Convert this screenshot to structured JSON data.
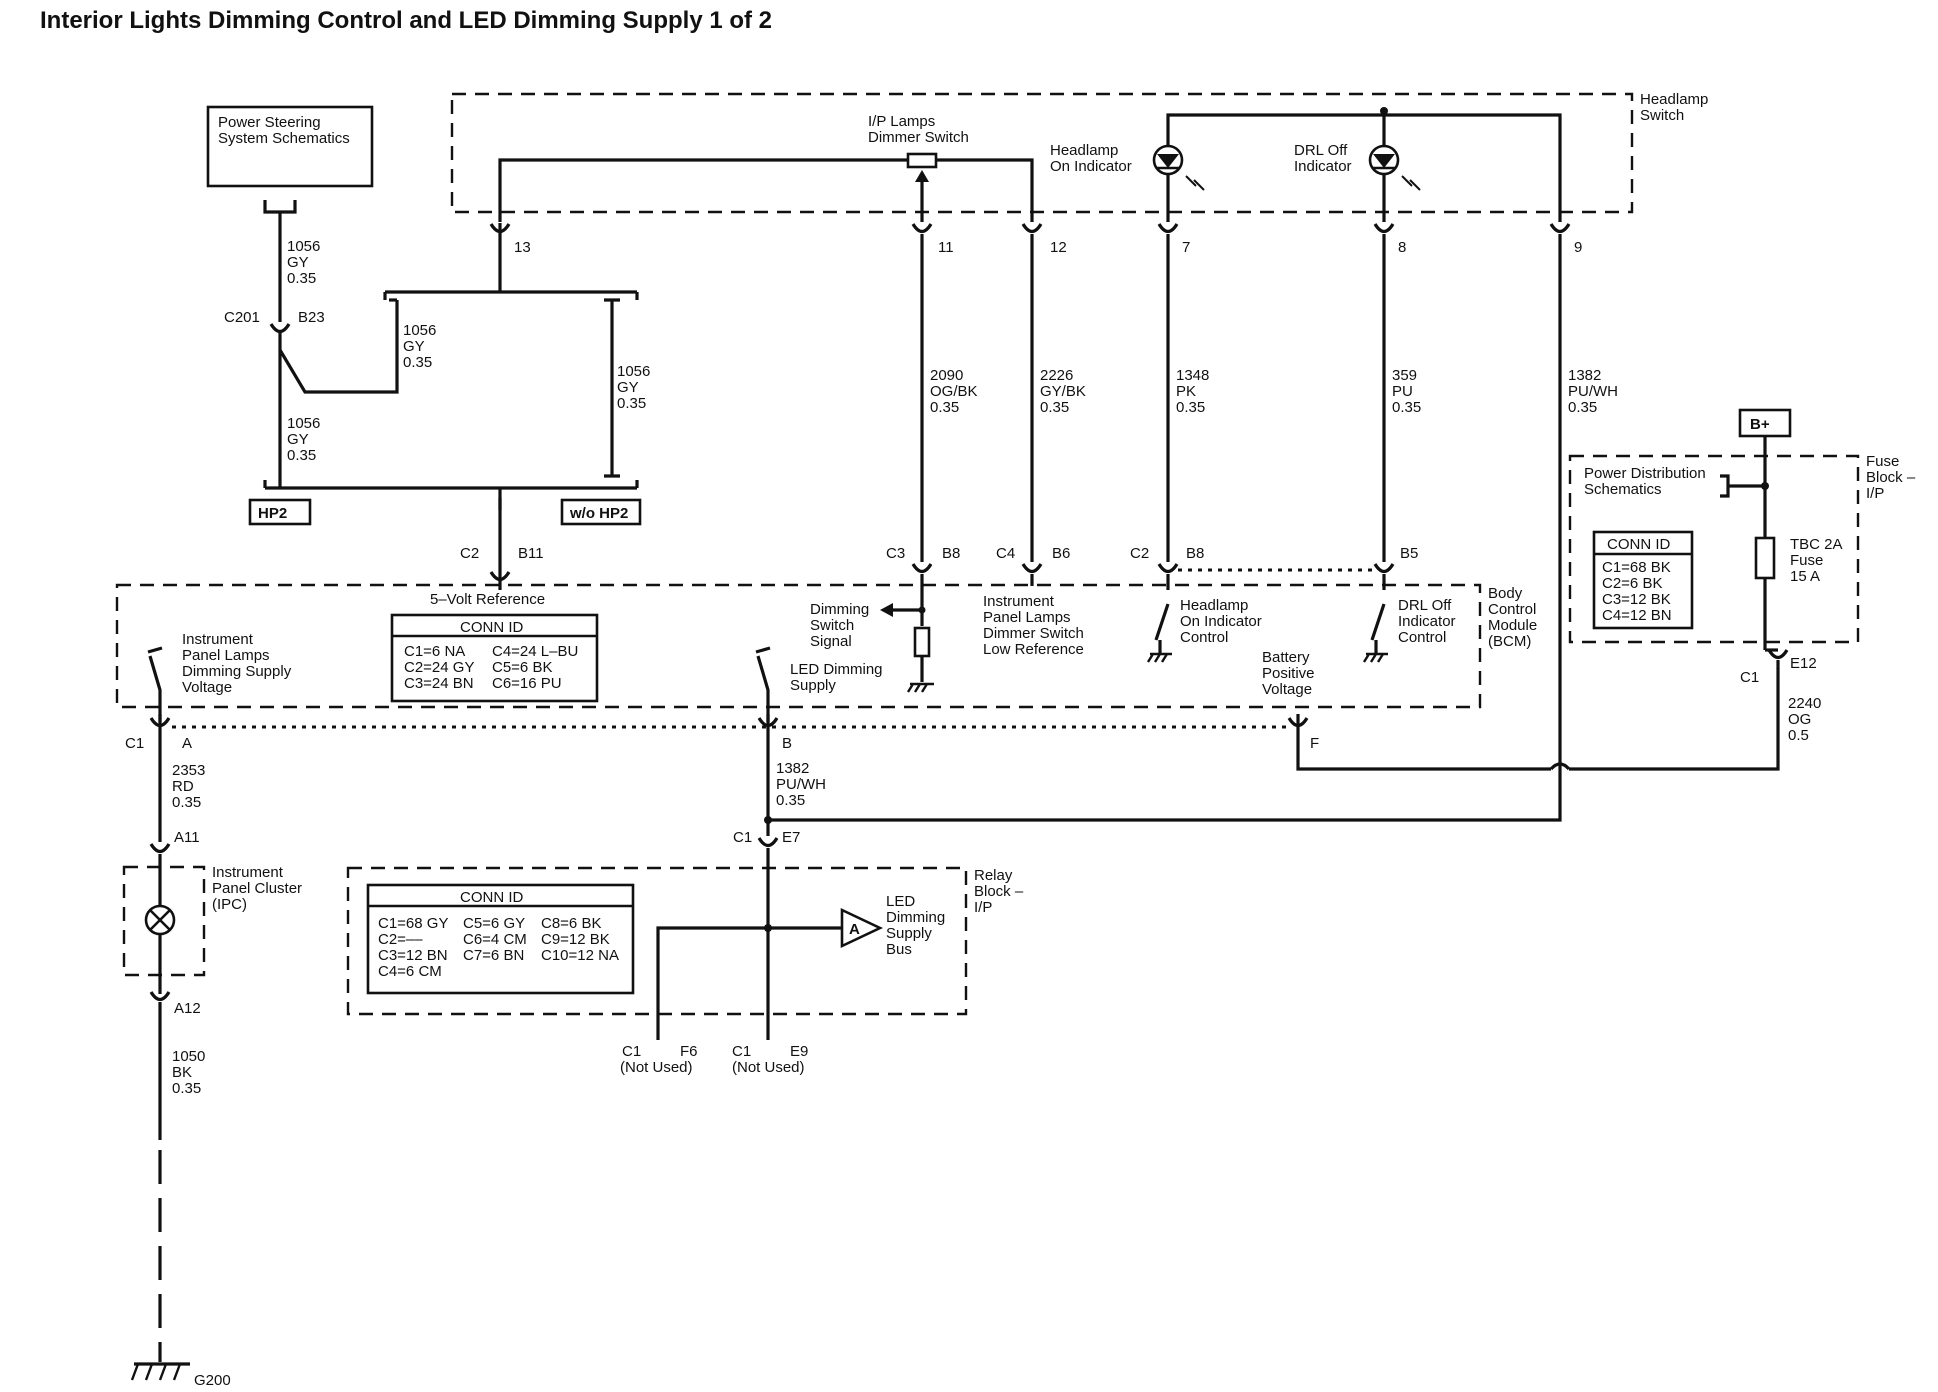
{
  "title": "Interior Lights Dimming Control and LED Dimming Supply 1 of 2",
  "components": {
    "power_steering": [
      "Power Steering",
      "System Schematics"
    ],
    "headlamp_switch": [
      "Headlamp",
      "Switch"
    ],
    "ip_dimmer": [
      "I/P Lamps",
      "Dimmer Switch"
    ],
    "headlamp_on_indicator": [
      "Headlamp",
      "On Indicator"
    ],
    "drl_off_indicator": [
      "DRL Off",
      "Indicator"
    ],
    "bcm": [
      "Body",
      "Control",
      "Module",
      "(BCM)"
    ],
    "ipc": [
      "Instrument",
      "Panel Cluster",
      "(IPC)"
    ],
    "relay_block": [
      "Relay",
      "Block –",
      "I/P"
    ],
    "fuse_block": [
      "Fuse",
      "Block –",
      "I/P"
    ],
    "power_dist": [
      "Power Distribution",
      "Schematics"
    ],
    "bplus": "B+",
    "fuse": [
      "TBC 2A",
      "Fuse",
      "15 A"
    ],
    "ground": "G200"
  },
  "option_tags": {
    "hp2": "HP2",
    "wo_hp2": "w/o HP2"
  },
  "bcm_labels": {
    "ref5v": "5–Volt Reference",
    "ipl_supply": [
      "Instrument",
      "Panel Lamps",
      "Dimming Supply",
      "Voltage"
    ],
    "dim_signal": [
      "Dimming",
      "Switch",
      "Signal"
    ],
    "led_supply": [
      "LED Dimming",
      "Supply"
    ],
    "ipl_low_ref": [
      "Instrument",
      "Panel Lamps",
      "Dimmer Switch",
      "Low Reference"
    ],
    "hl_ctrl": [
      "Headlamp",
      "On Indicator",
      "Control"
    ],
    "drl_ctrl": [
      "DRL Off",
      "Indicator",
      "Control"
    ],
    "batt": [
      "Battery",
      "Positive",
      "Voltage"
    ]
  },
  "relay_labels": {
    "bus": [
      "LED",
      "Dimming",
      "Supply",
      "Bus"
    ],
    "bus_tag": "A"
  },
  "conn_ids": {
    "title": "CONN ID",
    "bcm": [
      [
        "C1=6 NA",
        "C4=24 L–BU"
      ],
      [
        "C2=24 GY",
        "C5=6 BK"
      ],
      [
        "C3=24 BN",
        "C6=16 PU"
      ]
    ],
    "relay": [
      [
        "C1=68 GY",
        "C5=6 GY",
        "C8=6 BK"
      ],
      [
        "C2=––",
        "C6=4 CM",
        "C9=12 BK"
      ],
      [
        "C3=12 BN",
        "C7=6 BN",
        "C10=12 NA"
      ],
      [
        "C4=6 CM",
        "",
        ""
      ]
    ],
    "fuse": [
      "C1=68 BK",
      "C2=6 BK",
      "C3=12 BK",
      "C4=12 BN"
    ]
  },
  "wire_labels": {
    "w1056_top": [
      "1056",
      "GY",
      "0.35"
    ],
    "w1056_mid": [
      "1056",
      "GY",
      "0.35"
    ],
    "w1056_right": [
      "1056",
      "GY",
      "0.35"
    ],
    "w1056_low": [
      "1056",
      "GY",
      "0.35"
    ],
    "w2090": [
      "2090",
      "OG/BK",
      "0.35"
    ],
    "w2226": [
      "2226",
      "GY/BK",
      "0.35"
    ],
    "w1348": [
      "1348",
      "PK",
      "0.35"
    ],
    "w359": [
      "359",
      "PU",
      "0.35"
    ],
    "w1382_top": [
      "1382",
      "PU/WH",
      "0.35"
    ],
    "w1382_low": [
      "1382",
      "PU/WH",
      "0.35"
    ],
    "w2353": [
      "2353",
      "RD",
      "0.35"
    ],
    "w2240": [
      "2240",
      "OG",
      "0.5"
    ],
    "w1050": [
      "1050",
      "BK",
      "0.35"
    ]
  },
  "pins": {
    "hs13": "13",
    "hs11": "11",
    "hs12": "12",
    "hs7": "7",
    "hs8": "8",
    "hs9": "9",
    "c201": "C201",
    "b23": "B23",
    "c2_b11": [
      "C2",
      "B11"
    ],
    "c3_b8": [
      "C3",
      "B8"
    ],
    "c4_b6": [
      "C4",
      "B6"
    ],
    "c2_b8": [
      "C2",
      "B8"
    ],
    "b5": "B5",
    "c1_a": [
      "C1",
      "A"
    ],
    "b": "B",
    "f": "F",
    "a11": "A11",
    "a12": "A12",
    "c1_e7": [
      "C1",
      "E7"
    ],
    "c1_e12": [
      "C1",
      "E12"
    ]
  },
  "not_used": {
    "f6": [
      "C1",
      "F6",
      "(Not Used)"
    ],
    "e9": [
      "C1",
      "E9",
      "(Not Used)"
    ]
  }
}
